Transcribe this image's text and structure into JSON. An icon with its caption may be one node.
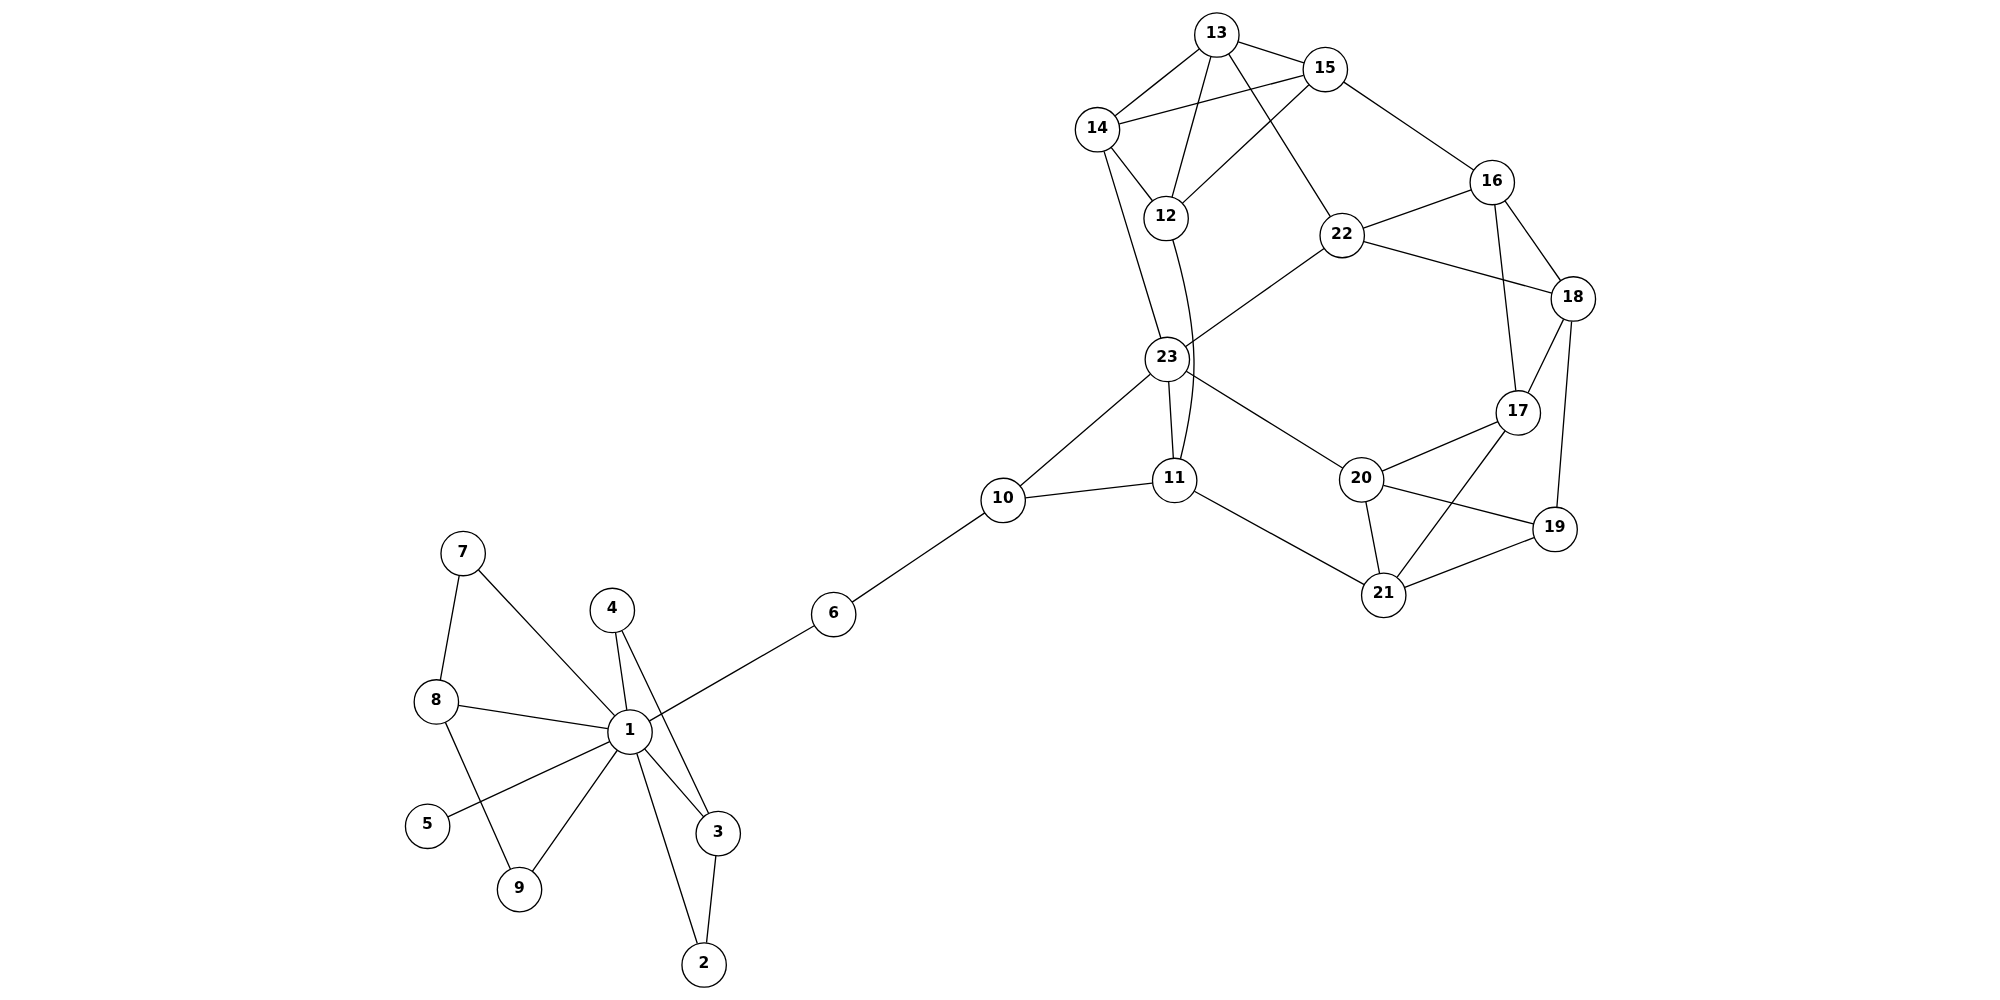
{
  "diagram": {
    "nodes": [
      {
        "text": [
          "1"
        ]
      },
      {
        "text": [
          "2"
        ]
      },
      {
        "text": [
          "3"
        ]
      },
      {
        "text": [
          "4"
        ]
      },
      {
        "text": [
          "5"
        ]
      },
      {
        "text": [
          "6"
        ]
      },
      {
        "text": [
          "7"
        ]
      },
      {
        "text": [
          "8"
        ]
      },
      {
        "text": [
          "9"
        ]
      },
      {
        "text": [
          "10"
        ]
      },
      {
        "text": [
          "11"
        ]
      },
      {
        "text": [
          "12"
        ]
      },
      {
        "text": [
          "13"
        ]
      },
      {
        "text": [
          "14"
        ]
      },
      {
        "text": [
          "15"
        ]
      },
      {
        "text": [
          "16"
        ]
      },
      {
        "text": [
          "17"
        ]
      },
      {
        "text": [
          "18"
        ]
      },
      {
        "text": [
          "19"
        ]
      },
      {
        "text": [
          "20"
        ]
      },
      {
        "text": [
          "21"
        ]
      },
      {
        "text": [
          "22"
        ]
      },
      {
        "text": [
          "23"
        ]
      }
    ],
    "edges": [
      {
        "from": 5,
        "to": 9,
        "arrow": "none"
      },
      {
        "from": 2,
        "to": 3,
        "arrow": "none"
      },
      {
        "from": 2,
        "to": 1,
        "arrow": "none"
      },
      {
        "from": 2,
        "to": 0,
        "arrow": "none"
      },
      {
        "from": 3,
        "to": 0,
        "arrow": "none"
      },
      {
        "from": 1,
        "to": 0,
        "arrow": "none"
      },
      {
        "from": 4,
        "to": 0,
        "arrow": "none"
      },
      {
        "from": 0,
        "to": 5,
        "arrow": "none"
      },
      {
        "from": 0,
        "to": 8,
        "arrow": "none"
      },
      {
        "from": 0,
        "to": 7,
        "arrow": "none"
      },
      {
        "from": 0,
        "to": 6,
        "arrow": "none"
      },
      {
        "from": 8,
        "to": 7,
        "arrow": "none"
      },
      {
        "from": 7,
        "to": 6,
        "arrow": "none"
      },
      {
        "from": 9,
        "to": 10,
        "arrow": "none"
      },
      {
        "from": 9,
        "to": 22,
        "arrow": "none"
      },
      {
        "from": 10,
        "to": 11,
        "arrow": "none"
      },
      {
        "from": 10,
        "to": 20,
        "arrow": "none"
      },
      {
        "from": 10,
        "to": 22,
        "arrow": "none"
      },
      {
        "from": 11,
        "to": 12,
        "arrow": "none"
      },
      {
        "from": 11,
        "to": 13,
        "arrow": "none"
      },
      {
        "from": 11,
        "to": 14,
        "arrow": "none"
      },
      {
        "from": 12,
        "to": 13,
        "arrow": "none"
      },
      {
        "from": 12,
        "to": 14,
        "arrow": "none"
      },
      {
        "from": 12,
        "to": 21,
        "arrow": "none"
      },
      {
        "from": 13,
        "to": 22,
        "arrow": "none"
      },
      {
        "from": 13,
        "to": 14,
        "arrow": "none"
      },
      {
        "from": 22,
        "to": 21,
        "arrow": "none"
      },
      {
        "from": 22,
        "to": 19,
        "arrow": "none"
      },
      {
        "from": 21,
        "to": 17,
        "arrow": "none"
      },
      {
        "from": 21,
        "to": 15,
        "arrow": "none"
      },
      {
        "from": 14,
        "to": 15,
        "arrow": "none"
      },
      {
        "from": 20,
        "to": 19,
        "arrow": "none"
      },
      {
        "from": 20,
        "to": 18,
        "arrow": "none"
      },
      {
        "from": 20,
        "to": 16,
        "arrow": "none"
      },
      {
        "from": 19,
        "to": 18,
        "arrow": "none"
      },
      {
        "from": 19,
        "to": 16,
        "arrow": "none"
      },
      {
        "from": 17,
        "to": 15,
        "arrow": "none"
      },
      {
        "from": 17,
        "to": 18,
        "arrow": "none"
      },
      {
        "from": 17,
        "to": 16,
        "arrow": "none"
      },
      {
        "from": 15,
        "to": 16,
        "arrow": "none"
      }
    ]
  }
}
